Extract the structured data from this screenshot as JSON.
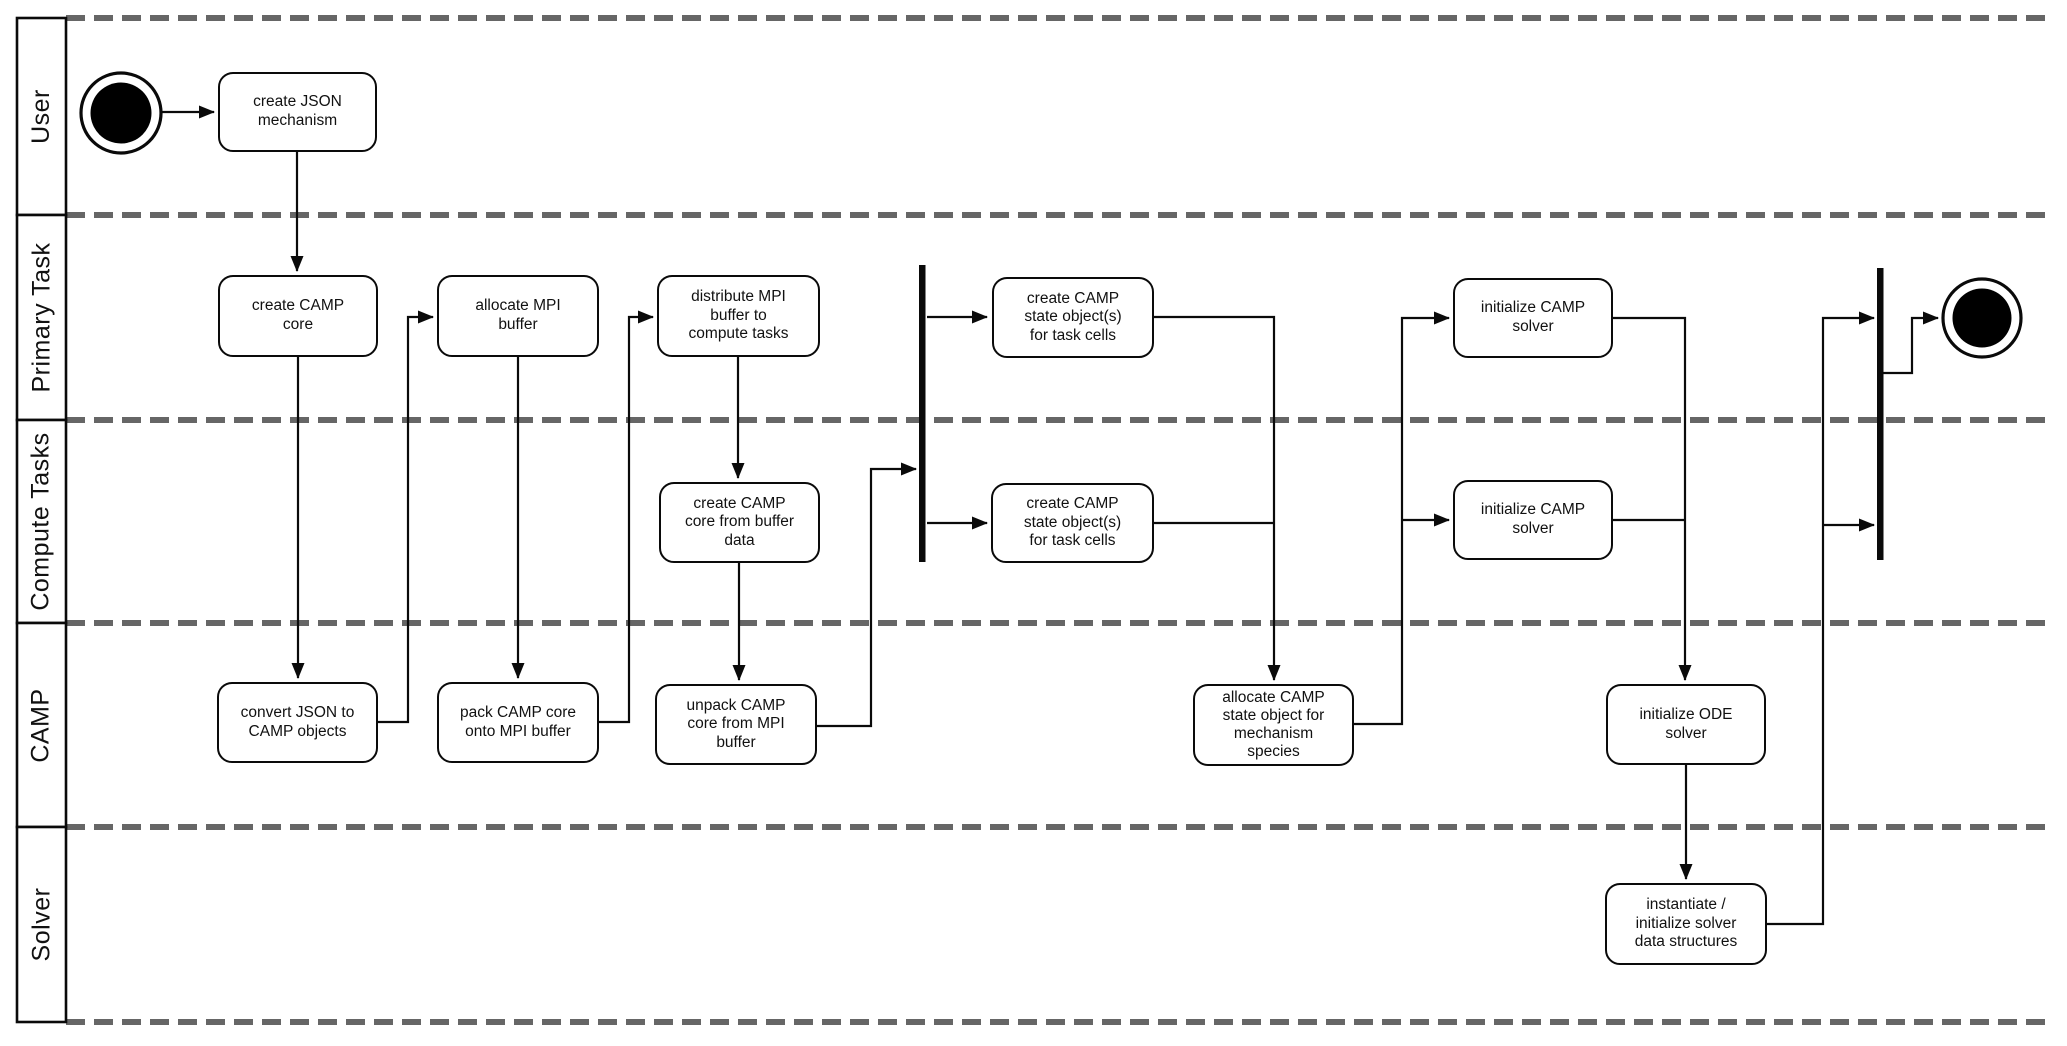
{
  "diagram": {
    "type": "uml-activity-swimlane",
    "colors": {
      "stroke": "#0a0a0a",
      "lane_divider": "#666666",
      "background": "#ffffff",
      "node_fill": "#ffffff"
    },
    "lanes": [
      {
        "label": "User"
      },
      {
        "label": "Primary Task"
      },
      {
        "label": "Compute Tasks"
      },
      {
        "label": "CAMP"
      },
      {
        "label": "Solver"
      }
    ],
    "icons": {
      "start": "filled-circle-with-ring",
      "end": "filled-circle-with-ring",
      "fork_join": "solid-vertical-bar"
    },
    "nodes": {
      "create_json_mechanism": {
        "lane": "User",
        "lines": [
          "create JSON",
          "mechanism"
        ]
      },
      "create_camp_core": {
        "lane": "Primary Task",
        "lines": [
          "create CAMP",
          "core"
        ]
      },
      "allocate_mpi_buffer": {
        "lane": "Primary Task",
        "lines": [
          "allocate MPI",
          "buffer"
        ]
      },
      "distribute_mpi_buffer": {
        "lane": "Primary Task",
        "lines": [
          "distribute MPI",
          "buffer to",
          "compute tasks"
        ]
      },
      "create_state_primary": {
        "lane": "Primary Task",
        "lines": [
          "create CAMP",
          "state object(s)",
          "for task cells"
        ]
      },
      "init_camp_solver_primary": {
        "lane": "Primary Task",
        "lines": [
          "initialize CAMP",
          "solver"
        ]
      },
      "create_core_from_buffer": {
        "lane": "Compute Tasks",
        "lines": [
          "create CAMP",
          "core from buffer",
          "data"
        ]
      },
      "create_state_compute": {
        "lane": "Compute Tasks",
        "lines": [
          "create CAMP",
          "state object(s)",
          "for task cells"
        ]
      },
      "init_camp_solver_compute": {
        "lane": "Compute Tasks",
        "lines": [
          "initialize CAMP",
          "solver"
        ]
      },
      "convert_json": {
        "lane": "CAMP",
        "lines": [
          "convert JSON to",
          "CAMP objects"
        ]
      },
      "pack_camp_core": {
        "lane": "CAMP",
        "lines": [
          "pack CAMP core",
          "onto MPI buffer"
        ]
      },
      "unpack_camp_core": {
        "lane": "CAMP",
        "lines": [
          "unpack CAMP",
          "core from MPI",
          "buffer"
        ]
      },
      "allocate_state_mechanism": {
        "lane": "CAMP",
        "lines": [
          "allocate CAMP",
          "state object for",
          "mechanism",
          "species"
        ]
      },
      "init_ode_solver": {
        "lane": "CAMP",
        "lines": [
          "initialize ODE",
          "solver"
        ]
      },
      "instantiate_solver": {
        "lane": "Solver",
        "lines": [
          "instantiate /",
          "initialize solver",
          "data structures"
        ]
      }
    },
    "edges": [
      {
        "from": "start",
        "to": "create_json_mechanism"
      },
      {
        "from": "create_json_mechanism",
        "to": "create_camp_core"
      },
      {
        "from": "create_camp_core",
        "to": "convert_json"
      },
      {
        "from": "convert_json",
        "to": "allocate_mpi_buffer"
      },
      {
        "from": "allocate_mpi_buffer",
        "to": "pack_camp_core"
      },
      {
        "from": "pack_camp_core",
        "to": "distribute_mpi_buffer"
      },
      {
        "from": "distribute_mpi_buffer",
        "to": "create_core_from_buffer"
      },
      {
        "from": "create_core_from_buffer",
        "to": "unpack_camp_core"
      },
      {
        "from": "unpack_camp_core",
        "to": "fork_bar"
      },
      {
        "from": "fork_bar",
        "to": "create_state_primary"
      },
      {
        "from": "fork_bar",
        "to": "create_state_compute"
      },
      {
        "from": "create_state_primary",
        "to": "allocate_state_mechanism"
      },
      {
        "from": "create_state_compute",
        "to": "allocate_state_mechanism"
      },
      {
        "from": "allocate_state_mechanism",
        "to": "init_camp_solver_primary"
      },
      {
        "from": "allocate_state_mechanism",
        "to": "init_camp_solver_compute"
      },
      {
        "from": "init_camp_solver_primary",
        "to": "init_ode_solver"
      },
      {
        "from": "init_camp_solver_compute",
        "to": "init_ode_solver"
      },
      {
        "from": "init_ode_solver",
        "to": "instantiate_solver"
      },
      {
        "from": "instantiate_solver",
        "to": "join_bar"
      },
      {
        "from": "join_bar",
        "to": "end"
      }
    ]
  }
}
